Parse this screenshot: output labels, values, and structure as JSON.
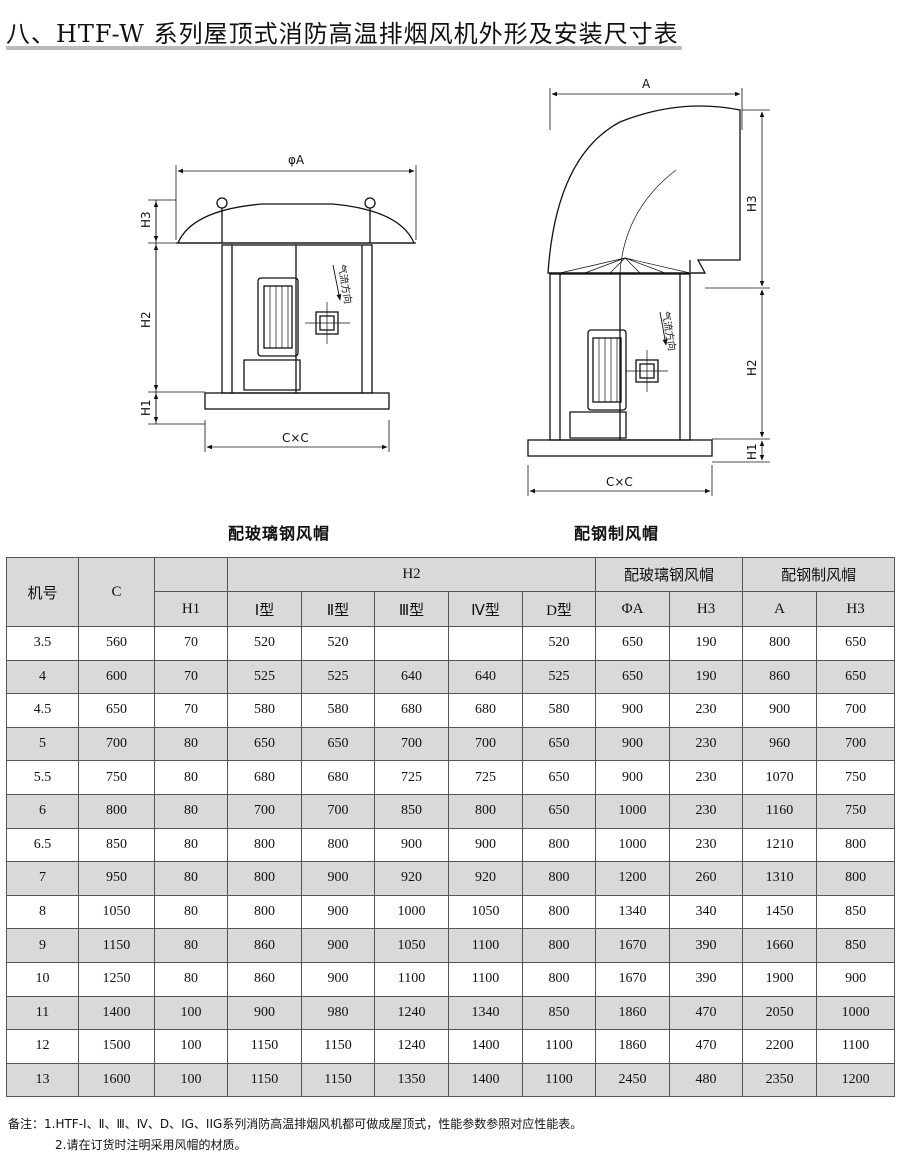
{
  "title": "八、HTF-W 系列屋顶式消防高温排烟风机外形及安装尺寸表",
  "drawings": {
    "left": {
      "caption": "配玻璃钢风帽",
      "dim_top": "φA",
      "dim_h3": "H3",
      "dim_h2": "H2",
      "dim_h1": "H1",
      "dim_bottom": "C×C",
      "flow_label": "气流方向"
    },
    "right": {
      "caption": "配钢制风帽",
      "dim_top": "A",
      "dim_h3": "H3",
      "dim_h2": "H2",
      "dim_h1": "H1",
      "dim_bottom": "C×C",
      "flow_label": "气流方向"
    }
  },
  "table": {
    "head": {
      "model": "机号",
      "c": "C",
      "h2": "H2",
      "frp_cap": "配玻璃钢风帽",
      "steel_cap": "配钢制风帽",
      "h1": "H1",
      "t1": "Ⅰ型",
      "t2": "Ⅱ型",
      "t3": "Ⅲ型",
      "t4": "Ⅳ型",
      "td": "D型",
      "phiA": "ΦA",
      "frp_h3": "H3",
      "a": "A",
      "steel_h3": "H3"
    },
    "rows": [
      [
        "3.5",
        "560",
        "70",
        "520",
        "520",
        "",
        "",
        "520",
        "650",
        "190",
        "800",
        "650"
      ],
      [
        "4",
        "600",
        "70",
        "525",
        "525",
        "640",
        "640",
        "525",
        "650",
        "190",
        "860",
        "650"
      ],
      [
        "4.5",
        "650",
        "70",
        "580",
        "580",
        "680",
        "680",
        "580",
        "900",
        "230",
        "900",
        "700"
      ],
      [
        "5",
        "700",
        "80",
        "650",
        "650",
        "700",
        "700",
        "650",
        "900",
        "230",
        "960",
        "700"
      ],
      [
        "5.5",
        "750",
        "80",
        "680",
        "680",
        "725",
        "725",
        "650",
        "900",
        "230",
        "1070",
        "750"
      ],
      [
        "6",
        "800",
        "80",
        "700",
        "700",
        "850",
        "800",
        "650",
        "1000",
        "230",
        "1160",
        "750"
      ],
      [
        "6.5",
        "850",
        "80",
        "800",
        "800",
        "900",
        "900",
        "800",
        "1000",
        "230",
        "1210",
        "800"
      ],
      [
        "7",
        "950",
        "80",
        "800",
        "900",
        "920",
        "920",
        "800",
        "1200",
        "260",
        "1310",
        "800"
      ],
      [
        "8",
        "1050",
        "80",
        "800",
        "900",
        "1000",
        "1050",
        "800",
        "1340",
        "340",
        "1450",
        "850"
      ],
      [
        "9",
        "1150",
        "80",
        "860",
        "900",
        "1050",
        "1100",
        "800",
        "1670",
        "390",
        "1660",
        "850"
      ],
      [
        "10",
        "1250",
        "80",
        "860",
        "900",
        "1100",
        "1100",
        "800",
        "1670",
        "390",
        "1900",
        "900"
      ],
      [
        "11",
        "1400",
        "100",
        "900",
        "980",
        "1240",
        "1340",
        "850",
        "1860",
        "470",
        "2050",
        "1000"
      ],
      [
        "12",
        "1500",
        "100",
        "1150",
        "1150",
        "1240",
        "1400",
        "1100",
        "1860",
        "470",
        "2200",
        "1100"
      ],
      [
        "13",
        "1600",
        "100",
        "1150",
        "1150",
        "1350",
        "1400",
        "1100",
        "2450",
        "480",
        "2350",
        "1200"
      ]
    ]
  },
  "notes": {
    "n1": "备注：1.HTF-Ⅰ、Ⅱ、Ⅲ、Ⅳ、D、IG、IIG系列消防高温排烟风机都可做成屋顶式，性能参数参照对应性能表。",
    "n2": "2.请在订货时注明采用风帽的材质。"
  }
}
